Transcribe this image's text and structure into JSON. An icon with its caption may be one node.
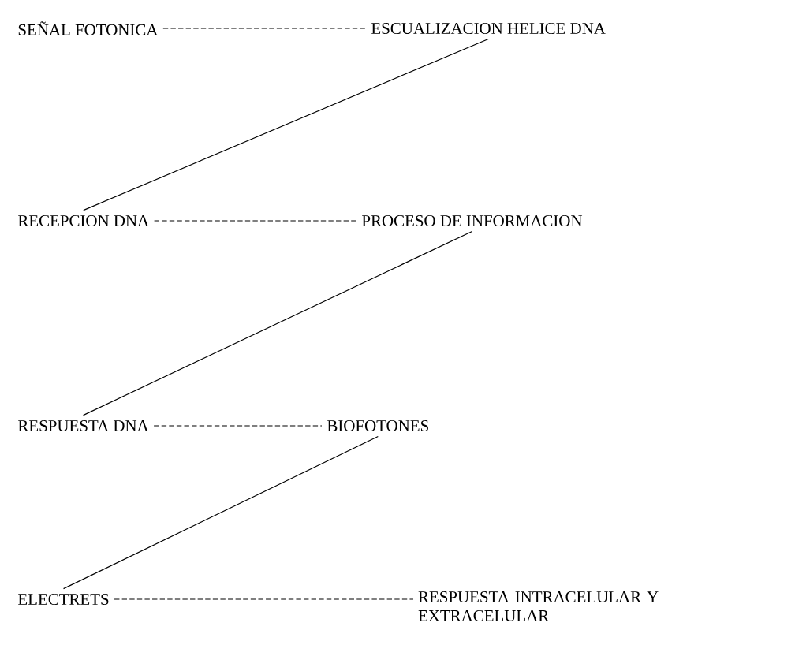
{
  "diagram": {
    "nodes": [
      {
        "text": [
          "SEÑAL FOTONICA"
        ]
      },
      {
        "text": [
          "ESCUALIZACION HELICE DNA"
        ]
      },
      {
        "text": [
          "RECEPCION DNA"
        ]
      },
      {
        "text": [
          "PROCESO DE INFORMACION"
        ]
      },
      {
        "text": [
          "RESPUESTA DNA"
        ]
      },
      {
        "text": [
          "BIOFOTONES"
        ]
      },
      {
        "text": [
          "ELECTRETS"
        ]
      },
      {
        "text": [
          "RESPUESTA INTRACELULAR Y EXTRACELULAR"
        ]
      }
    ],
    "edges": [
      {
        "from": 0,
        "to": 1,
        "arrow": "none",
        "style": "dashed"
      },
      {
        "from": 1,
        "to": 2,
        "arrow": "none"
      },
      {
        "from": 2,
        "to": 3,
        "arrow": "none",
        "style": "dashed"
      },
      {
        "from": 3,
        "to": 4,
        "arrow": "none"
      },
      {
        "from": 4,
        "to": 5,
        "arrow": "none",
        "style": "dashed"
      },
      {
        "from": 5,
        "to": 6,
        "arrow": "none"
      },
      {
        "from": 6,
        "to": 7,
        "arrow": "none",
        "style": "dashed"
      }
    ]
  }
}
